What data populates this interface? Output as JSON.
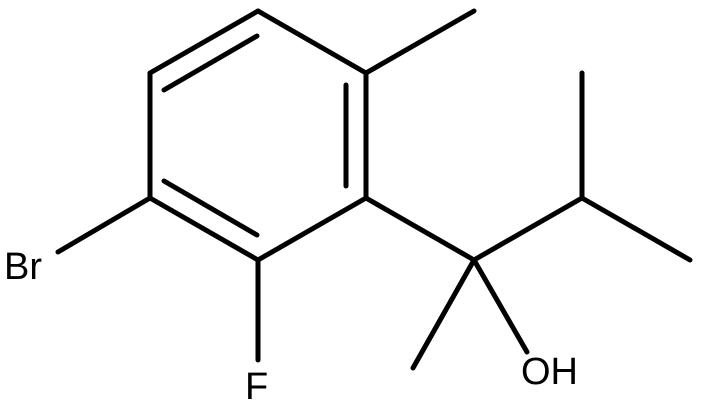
{
  "molecule": {
    "atoms": {
      "br": "Br",
      "f": "F",
      "oh": "OH"
    }
  }
}
